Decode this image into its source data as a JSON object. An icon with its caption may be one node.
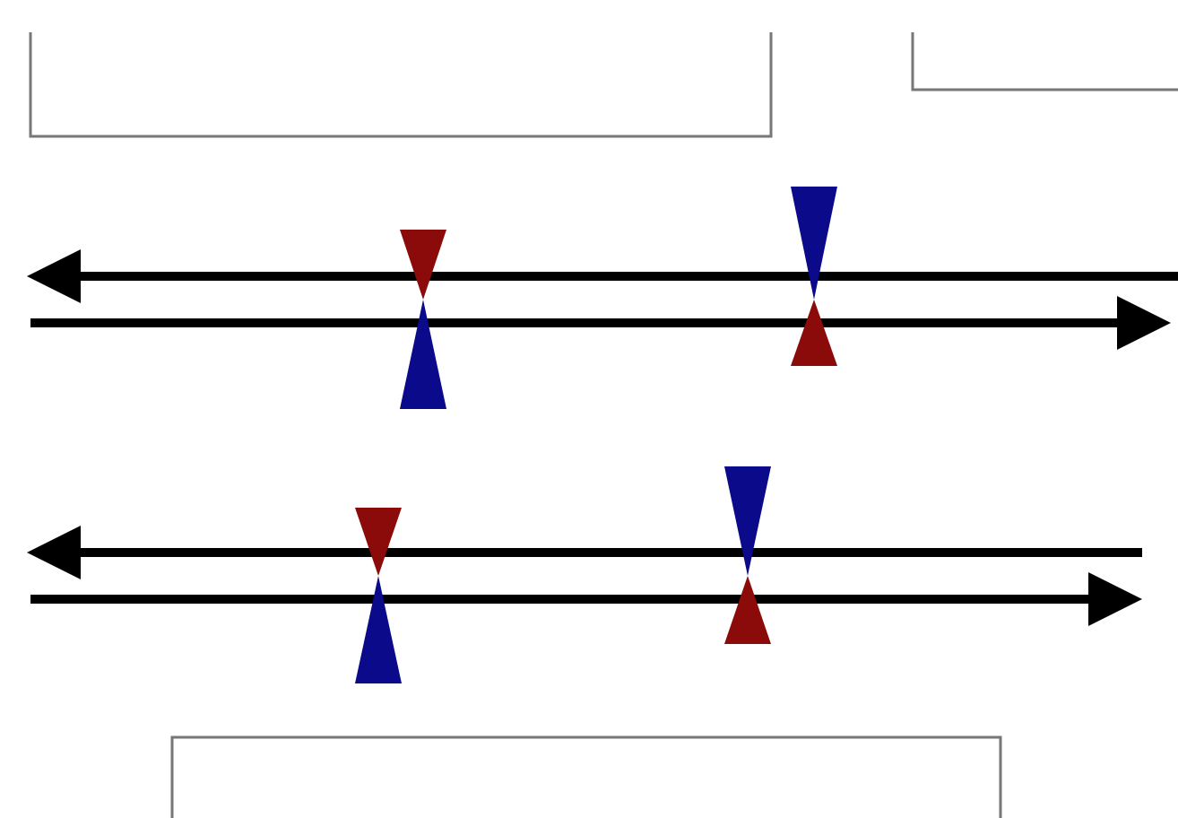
{
  "diagram": {
    "nodes": [
      {
        "text": [],
        "shape": "bowtie"
      },
      {
        "text": [],
        "shape": "bowtie"
      },
      {
        "text": [],
        "shape": "bowtie"
      },
      {
        "text": [],
        "shape": "bowtie"
      }
    ]
  }
}
